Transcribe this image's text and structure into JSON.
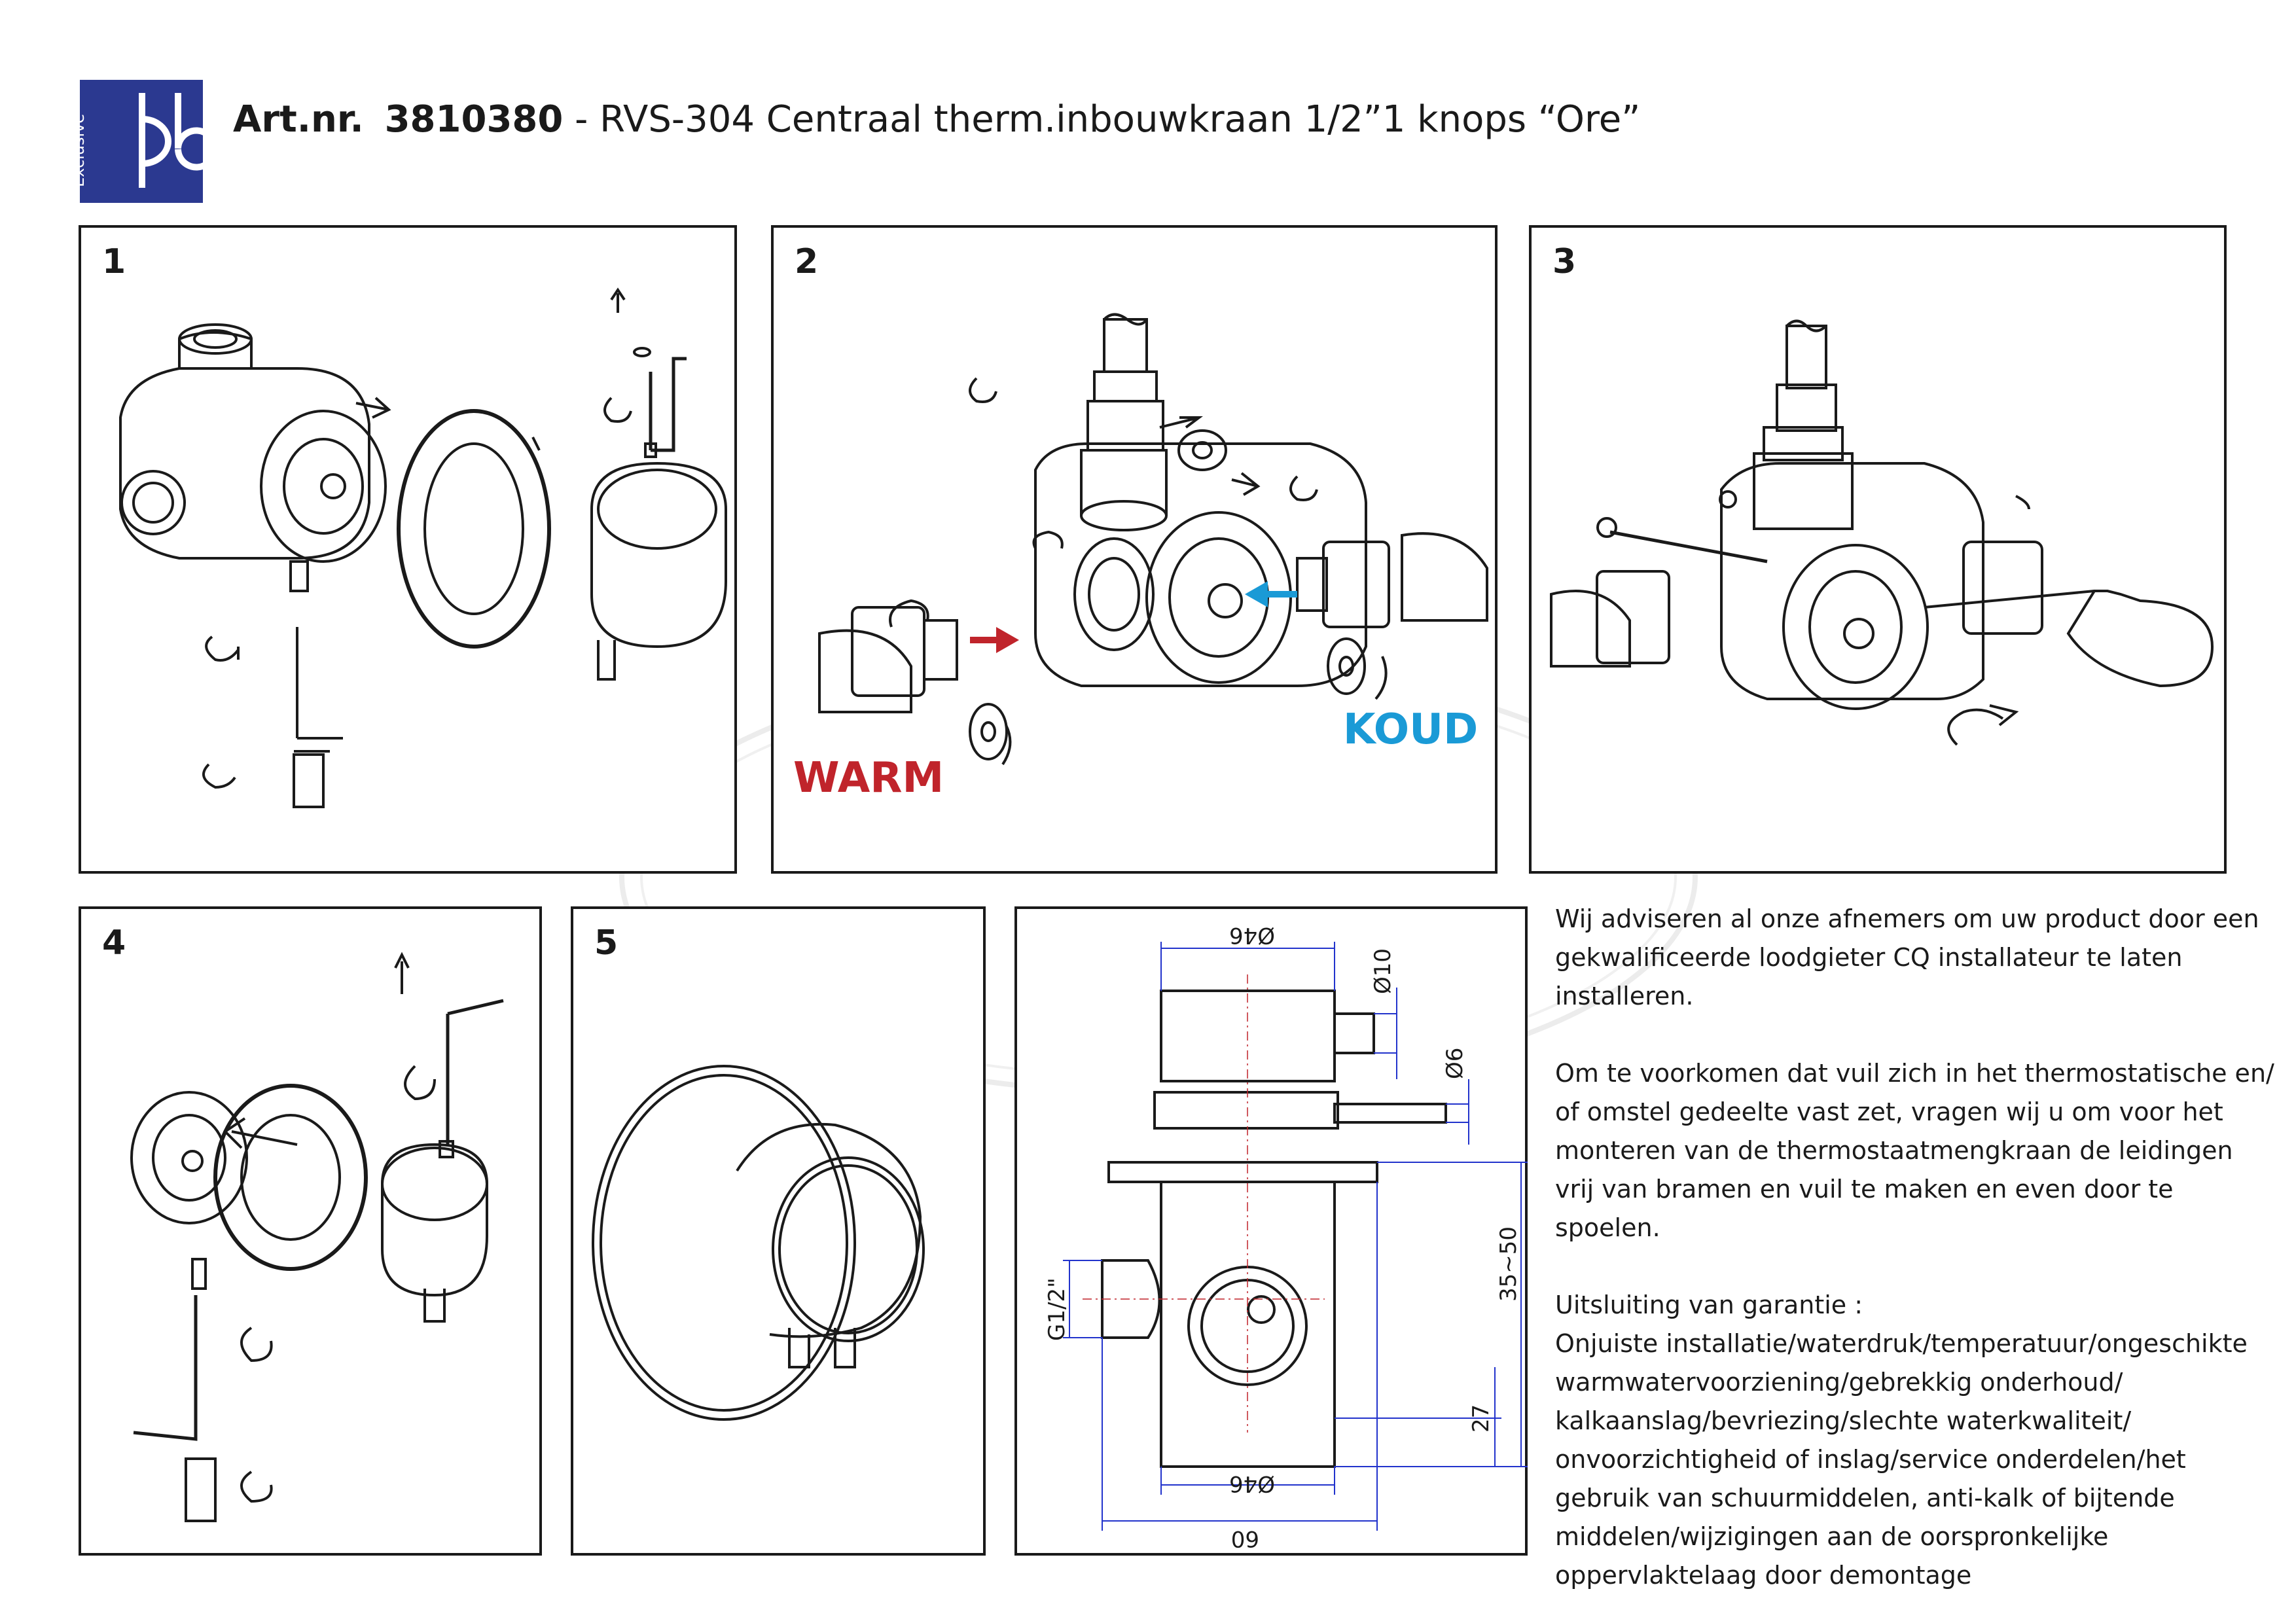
{
  "logo": {
    "text": "Exclusive"
  },
  "header": {
    "art_label": "Art.nr.",
    "art_number": "3810380",
    "description": " - RVS-304 Centraal therm.inbouwkraan 1/2”1 knops “Ore”"
  },
  "panels": {
    "p1": "1",
    "p2": "2",
    "p3": "3",
    "p4": "4",
    "p5": "5"
  },
  "labels": {
    "warm": "WARM",
    "koud": "KOUD"
  },
  "dimensions": {
    "d46_top": "Ø46",
    "d10": "Ø10",
    "d6": "Ø6",
    "r35_50": "35~50",
    "g12": "G1/2\"",
    "v27": "27",
    "d46_bottom": "Ø46",
    "w60": "60"
  },
  "text": {
    "para1": "Wij adviseren al onze afnemers om uw product door een gekwalificeerde loodgieter CQ installateur te laten installeren.",
    "para2": "Om te voorkomen dat vuil zich in het thermostatische en/ of omstel gedeelte vast zet, vragen wij u om voor het monteren van  de thermostaatmengkraan de leidingen vrij van bramen en vuil te maken en even door te spoelen.",
    "para3_title": "Uitsluiting van garantie :",
    "para3": "Onjuiste installatie/waterdruk/temperatuur/ongeschikte warmwatervoorziening/gebrekkig onderhoud/ kalkaanslag/bevriezing/slechte waterkwaliteit/ onvoorzichtigheid of inslag/service onderdelen/het gebruik van schuurmiddelen, anti-kalk of bijtende middelen/wijzigingen aan de oorspronkelijke oppervlaktelaag  door demontage"
  },
  "colors": {
    "brand": "#2b3990",
    "warm": "#c0242b",
    "koud": "#1a9ad6",
    "dimension": "#2233cc"
  }
}
